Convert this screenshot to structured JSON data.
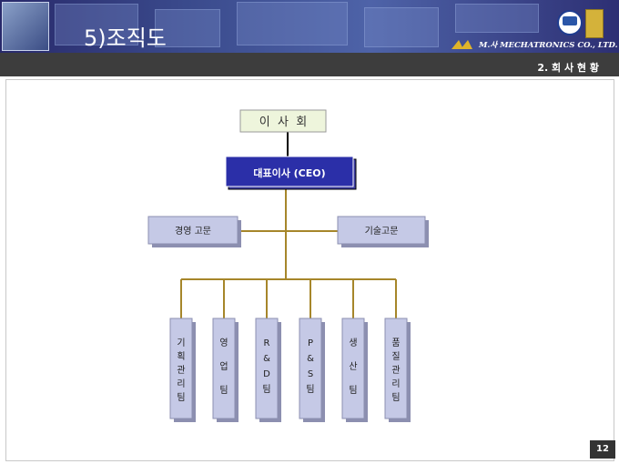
{
  "header": {
    "title": "5)조직도",
    "brand": "M.사 MECHATRONICS CO., LTD.",
    "section": "2. 회 사 현 황"
  },
  "org_chart": {
    "board": "이  사  회",
    "ceo": "대표이사 (CEO)",
    "advisors": [
      "경영 고문",
      "기술고문"
    ],
    "teams": [
      {
        "chars": [
          "기",
          "획",
          "관",
          "리",
          "팀"
        ]
      },
      {
        "chars": [
          "영",
          "업",
          "팀"
        ]
      },
      {
        "chars": [
          "R",
          "&",
          "D",
          "팀"
        ]
      },
      {
        "chars": [
          "P",
          "&",
          "S",
          "팀"
        ]
      },
      {
        "chars": [
          "생",
          "산",
          "팀"
        ]
      },
      {
        "chars": [
          "품",
          "질",
          "관",
          "리",
          "팀"
        ]
      }
    ]
  },
  "footer": {
    "page_number": "12"
  },
  "colors": {
    "banner": "#2d3a7a",
    "ceo_box": "#2b2fa8",
    "box_fill": "#c5c9e6",
    "board_fill": "#eef5dc",
    "connector": "#a6862a"
  }
}
